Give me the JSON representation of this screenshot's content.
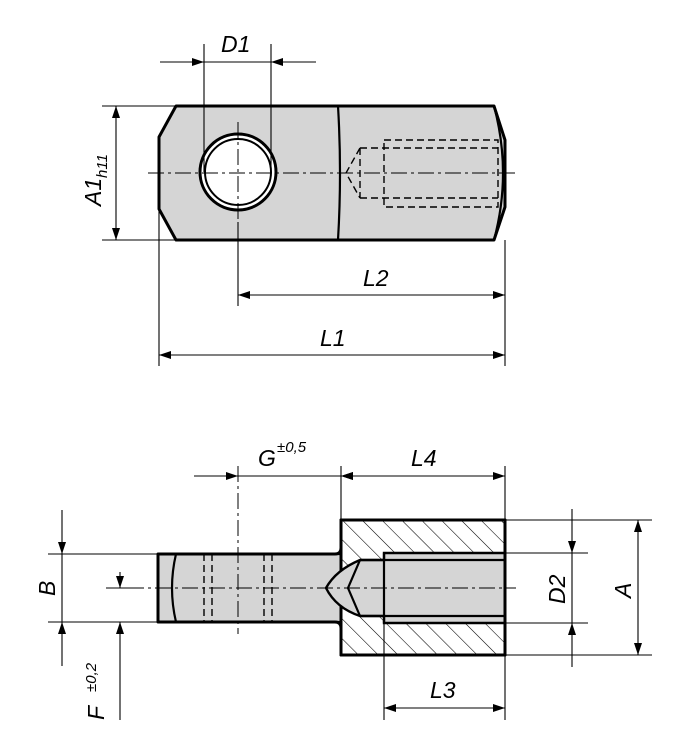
{
  "top_view": {
    "dimensions": {
      "d1": "D1",
      "a1": "A1",
      "a1_tolerance": "h11",
      "l1": "L1",
      "l2": "L2"
    }
  },
  "section_view": {
    "dimensions": {
      "g": "G",
      "g_tolerance": "±0,5",
      "l4": "L4",
      "l3": "L3",
      "d2": "D2",
      "a": "A",
      "b": "B",
      "f": "F",
      "f_tolerance": "±0,2"
    }
  }
}
